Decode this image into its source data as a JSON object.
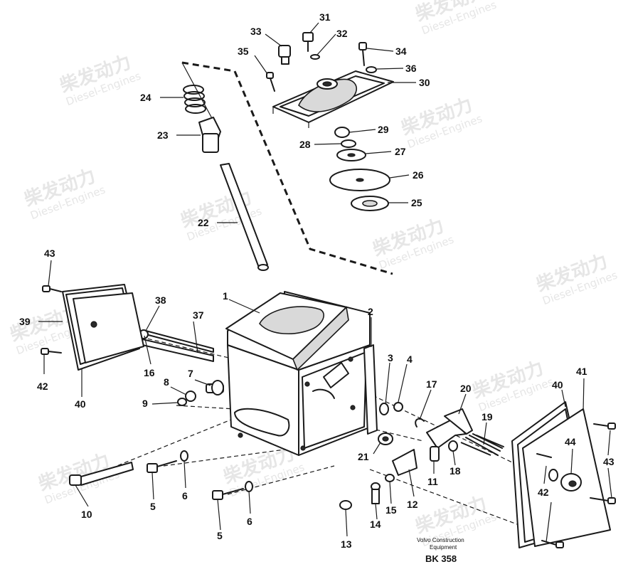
{
  "watermark": {
    "brand_cn": "柴发动力",
    "brand_en": "Diesel-Engines"
  },
  "callouts": [
    "1",
    "2",
    "3",
    "4",
    "5",
    "5",
    "6",
    "6",
    "7",
    "8",
    "9",
    "10",
    "11",
    "12",
    "13",
    "14",
    "15",
    "16",
    "17",
    "18",
    "19",
    "20",
    "21",
    "22",
    "23",
    "24",
    "25",
    "26",
    "27",
    "28",
    "29",
    "30",
    "31",
    "32",
    "33",
    "34",
    "35",
    "36",
    "37",
    "38",
    "39",
    "40",
    "40",
    "41",
    "42",
    "42",
    "43",
    "43",
    "44"
  ],
  "credit": {
    "line1": "Volvo Construction",
    "line2": "Equipment",
    "code": "BK 358"
  }
}
